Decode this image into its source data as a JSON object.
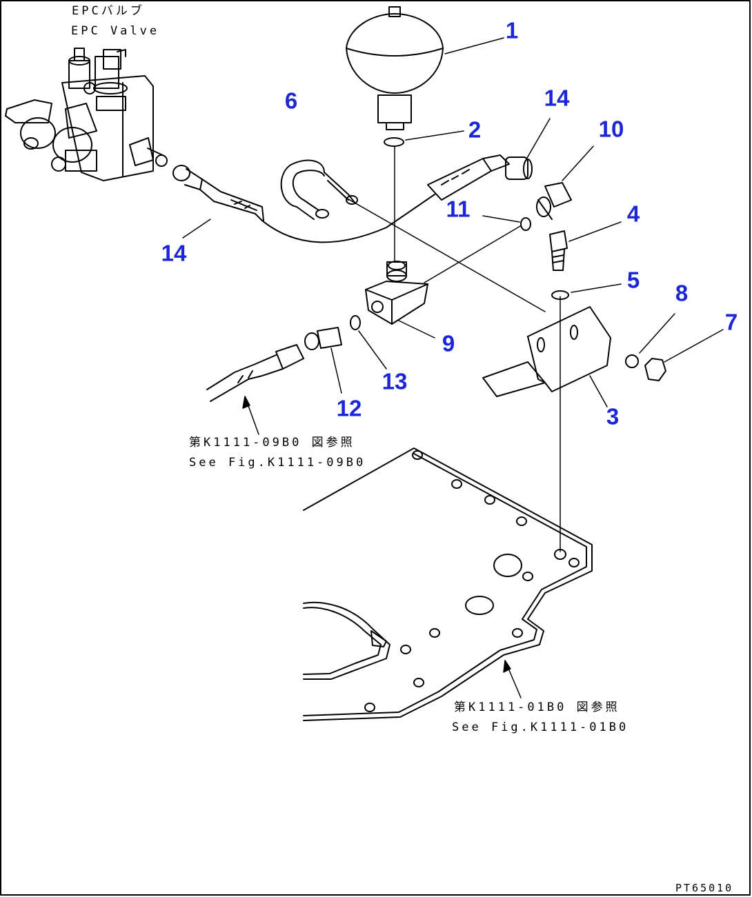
{
  "labels": {
    "epc_jp": "EPCバルブ",
    "epc_en": "EPC Valve",
    "ref1_jp": "第K1111-09B0 図参照",
    "ref1_en": "See Fig.K1111-09B0",
    "ref2_jp": "第K1111-01B0 図参照",
    "ref2_en": "See Fig.K1111-01B0",
    "drawing_no": "PT65010"
  },
  "callouts": [
    "1",
    "2",
    "3",
    "4",
    "5",
    "6",
    "7",
    "8",
    "9",
    "10",
    "11",
    "12",
    "13",
    "14",
    "14"
  ],
  "colors": {
    "callout": "#1a26d8",
    "line": "#000000",
    "background": "#ffffff"
  }
}
